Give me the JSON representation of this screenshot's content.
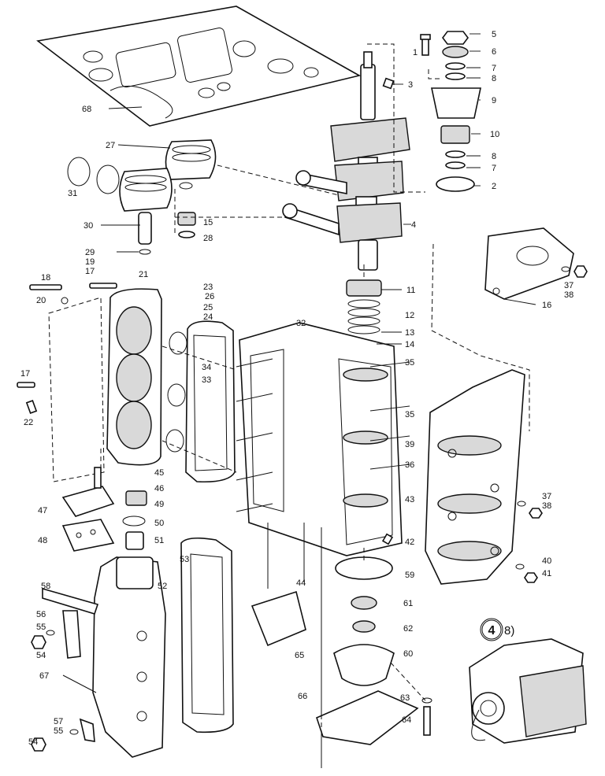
{
  "diagram": {
    "callouts": [
      {
        "id": "c1",
        "text": "1"
      },
      {
        "id": "c2",
        "text": "2"
      },
      {
        "id": "c3",
        "text": "3"
      },
      {
        "id": "c4",
        "text": "4"
      },
      {
        "id": "c5",
        "text": "5"
      },
      {
        "id": "c6",
        "text": "6"
      },
      {
        "id": "c7a",
        "text": "7"
      },
      {
        "id": "c7b",
        "text": "7"
      },
      {
        "id": "c8a",
        "text": "8"
      },
      {
        "id": "c8b",
        "text": "8"
      },
      {
        "id": "c9",
        "text": "9"
      },
      {
        "id": "c10",
        "text": "10"
      },
      {
        "id": "c11",
        "text": "11"
      },
      {
        "id": "c12",
        "text": "12"
      },
      {
        "id": "c13",
        "text": "13"
      },
      {
        "id": "c14",
        "text": "14"
      },
      {
        "id": "c15",
        "text": "15"
      },
      {
        "id": "c16",
        "text": "16"
      },
      {
        "id": "c17a",
        "text": "17"
      },
      {
        "id": "c17b",
        "text": "17"
      },
      {
        "id": "c18",
        "text": "18"
      },
      {
        "id": "c19",
        "text": "19"
      },
      {
        "id": "c20",
        "text": "20"
      },
      {
        "id": "c21",
        "text": "21"
      },
      {
        "id": "c22",
        "text": "22"
      },
      {
        "id": "c23",
        "text": "23"
      },
      {
        "id": "c24",
        "text": "24"
      },
      {
        "id": "c25",
        "text": "25"
      },
      {
        "id": "c26",
        "text": "26"
      },
      {
        "id": "c27",
        "text": "27"
      },
      {
        "id": "c28",
        "text": "28"
      },
      {
        "id": "c29",
        "text": "29"
      },
      {
        "id": "c30",
        "text": "30"
      },
      {
        "id": "c31",
        "text": "31"
      },
      {
        "id": "c32",
        "text": "32"
      },
      {
        "id": "c33",
        "text": "33"
      },
      {
        "id": "c34",
        "text": "34"
      },
      {
        "id": "c35a",
        "text": "35"
      },
      {
        "id": "c35b",
        "text": "35"
      },
      {
        "id": "c36",
        "text": "36"
      },
      {
        "id": "c37a",
        "text": "37"
      },
      {
        "id": "c38a",
        "text": "38"
      },
      {
        "id": "c37b",
        "text": "37"
      },
      {
        "id": "c38b",
        "text": "38"
      },
      {
        "id": "c39",
        "text": "39"
      },
      {
        "id": "c40",
        "text": "40"
      },
      {
        "id": "c41",
        "text": "41"
      },
      {
        "id": "c42",
        "text": "42"
      },
      {
        "id": "c43",
        "text": "43"
      },
      {
        "id": "c44",
        "text": "44"
      },
      {
        "id": "c45",
        "text": "45"
      },
      {
        "id": "c46",
        "text": "46"
      },
      {
        "id": "c47",
        "text": "47"
      },
      {
        "id": "c48",
        "text": "48"
      },
      {
        "id": "c49",
        "text": "49"
      },
      {
        "id": "c50",
        "text": "50"
      },
      {
        "id": "c51",
        "text": "51"
      },
      {
        "id": "c52",
        "text": "52"
      },
      {
        "id": "c53",
        "text": "53"
      },
      {
        "id": "c54a",
        "text": "54"
      },
      {
        "id": "c54b",
        "text": "54"
      },
      {
        "id": "c55a",
        "text": "55"
      },
      {
        "id": "c55b",
        "text": "55"
      },
      {
        "id": "c56",
        "text": "56"
      },
      {
        "id": "c57",
        "text": "57"
      },
      {
        "id": "c58",
        "text": "58"
      },
      {
        "id": "c59",
        "text": "59"
      },
      {
        "id": "c60",
        "text": "60"
      },
      {
        "id": "c61",
        "text": "61"
      },
      {
        "id": "c62",
        "text": "62"
      },
      {
        "id": "c63",
        "text": "63"
      },
      {
        "id": "c64",
        "text": "64"
      },
      {
        "id": "c65",
        "text": "65"
      },
      {
        "id": "c66",
        "text": "66"
      },
      {
        "id": "c67",
        "text": "67"
      },
      {
        "id": "c68",
        "text": "68"
      }
    ],
    "inset_reference": "4",
    "inset_reference_suffix": "8)"
  }
}
